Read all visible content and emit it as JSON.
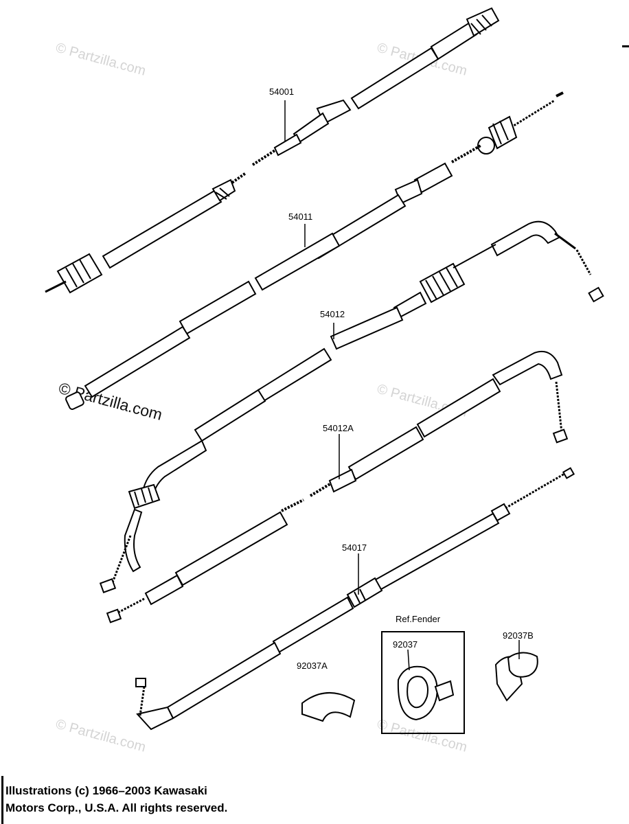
{
  "parts": {
    "p54001": "54001",
    "p54011": "54011",
    "p54012": "54012",
    "p54012A": "54012A",
    "p54017": "54017",
    "p92037": "92037",
    "p92037A": "92037A",
    "p92037B": "92037B"
  },
  "ref_label": "Ref.Fender",
  "watermark": "© Partzilla.com",
  "footer": {
    "line1": "Illustrations (c) 1966–2003 Kawasaki",
    "line2": "Motors Corp., U.S.A.  All rights reserved."
  },
  "colors": {
    "ink": "#000000",
    "watermark": "#d4d4d4",
    "background": "#ffffff"
  }
}
